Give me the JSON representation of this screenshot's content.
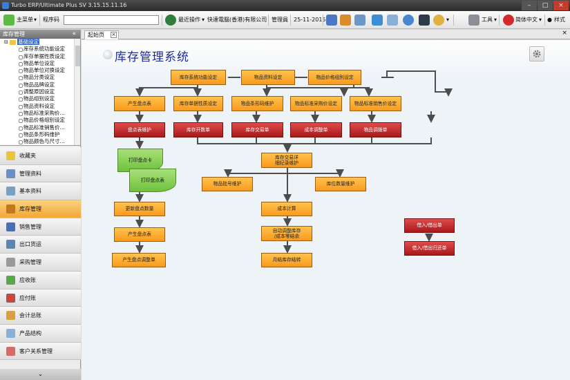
{
  "app": {
    "title": "Turbo ERP/Ultimate Plus SV 3.15.15.11.16"
  },
  "toolbar": {
    "main_menu": "主菜单",
    "program_label": "程序码",
    "program_value": "",
    "recent_ops": "最近操作",
    "company": "快達電腦(香港)有限公司",
    "user": "管理員",
    "date": "25-11-2015",
    "tools": "工具",
    "language": "简体中文",
    "style": "样式"
  },
  "sidebar": {
    "header": "库存管理",
    "collapse_glyph": "«",
    "tree": {
      "root": "基础设定",
      "items": [
        "库存系统功能设定",
        "库存单据性质设定",
        "物品单位设定",
        "物品单位对换设定",
        "物品分类设定",
        "物品品牌设定",
        "调整原因设定",
        "物品组别设定",
        "物品资料设定",
        "物品标准采购价...",
        "物品价格组别设定",
        "物品标准销售价...",
        "物品条形码维护",
        "物品颜色与尺寸..."
      ]
    },
    "nav": [
      {
        "label": "收藏夹",
        "color": "#e8c63a"
      },
      {
        "label": "管理资料",
        "color": "#6a90c8"
      },
      {
        "label": "基本资料",
        "color": "#7aa0c0"
      },
      {
        "label": "库存管理",
        "color": "#c4781e"
      },
      {
        "label": "销售管理",
        "color": "#4a6fb5"
      },
      {
        "label": "出口货运",
        "color": "#5a86b0"
      },
      {
        "label": "采购管理",
        "color": "#9a9a9a"
      },
      {
        "label": "应收账",
        "color": "#5aa64a"
      },
      {
        "label": "应付账",
        "color": "#c44a3a"
      },
      {
        "label": "会计总账",
        "color": "#d8a040"
      },
      {
        "label": "产品结构",
        "color": "#8ab0d8"
      },
      {
        "label": "客户关系管理",
        "color": "#d86a6a"
      }
    ],
    "footer_glyph": "⌄"
  },
  "tabs": [
    {
      "label": "起始页",
      "close": "×"
    }
  ],
  "canvas": {
    "title": "库存管理系统",
    "boxes": {
      "inv_func_setup": "库存系统功能设定",
      "item_data_setup": "物品资料设定",
      "item_price_group": "物品价格组别设定",
      "gen_count_sheet": "产生盘点表",
      "doc_type_setup": "库存单据性质设定",
      "barcode_maint": "物品条形码维护",
      "std_purchase_price": "物品标准采购价设定",
      "std_sales_price": "物品标准销售价设定",
      "count_sheet_maint": "盘点表维护",
      "opening_doc": "库存开数单",
      "trans_doc": "库存交易单",
      "adjust_doc": "成本调整单",
      "transfer_doc": "物品调拨单",
      "print_count_card": "打印盘点卡",
      "print_count_sheet": "打印盘点表",
      "trans_detail": "库存交易详\n细纪录维护",
      "batch_maint": "物品批号维护",
      "location_qty": "库位数量维护",
      "update_count_qty": "更新盘点数量",
      "cost_calc": "成本计算",
      "gen_count_sheet2": "产生盘点表",
      "auto_adjust": "自动调整库存\n/成本零结余",
      "gen_count_adjust": "产生盘点调整单",
      "month_end": "月结库存结转",
      "borrow_doc": "借入/借出单",
      "borrow_return": "借入/借出归还单"
    }
  }
}
